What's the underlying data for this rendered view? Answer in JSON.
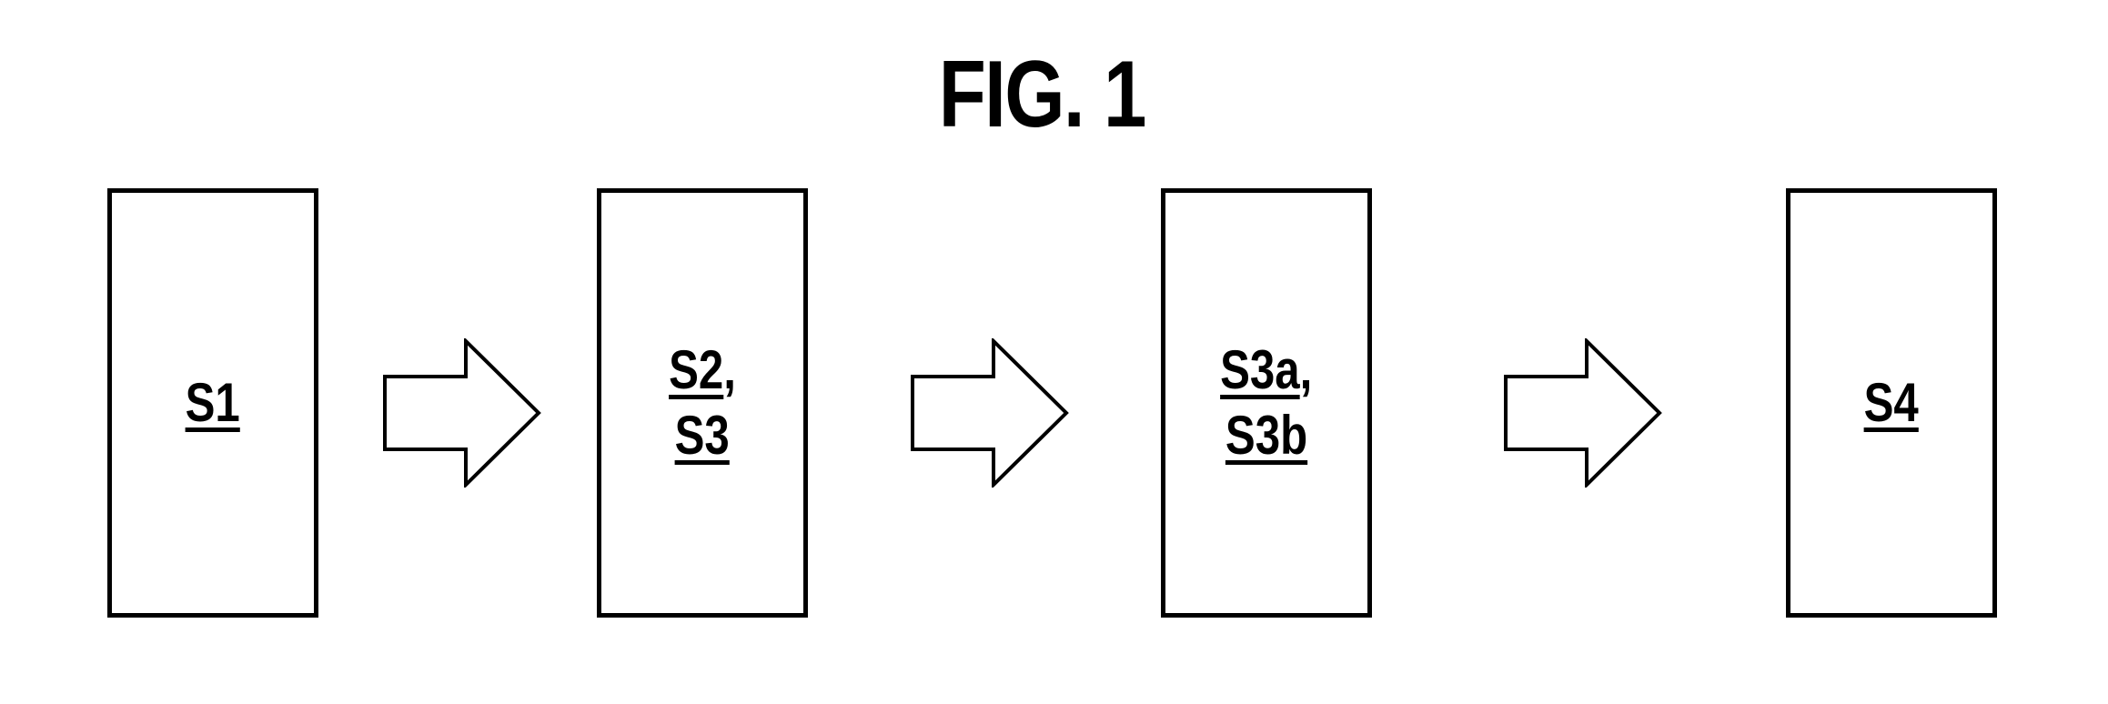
{
  "figure": {
    "title": "FIG. 1"
  },
  "steps": [
    {
      "lines": [
        "S1"
      ],
      "suffixes": [
        ""
      ]
    },
    {
      "lines": [
        "S2",
        "S3"
      ],
      "suffixes": [
        ",",
        ""
      ]
    },
    {
      "lines": [
        "S3a",
        "S3b"
      ],
      "suffixes": [
        ",",
        ""
      ]
    },
    {
      "lines": [
        "S4"
      ],
      "suffixes": [
        ""
      ]
    }
  ],
  "colors": {
    "stroke": "#000000",
    "background": "#ffffff"
  }
}
